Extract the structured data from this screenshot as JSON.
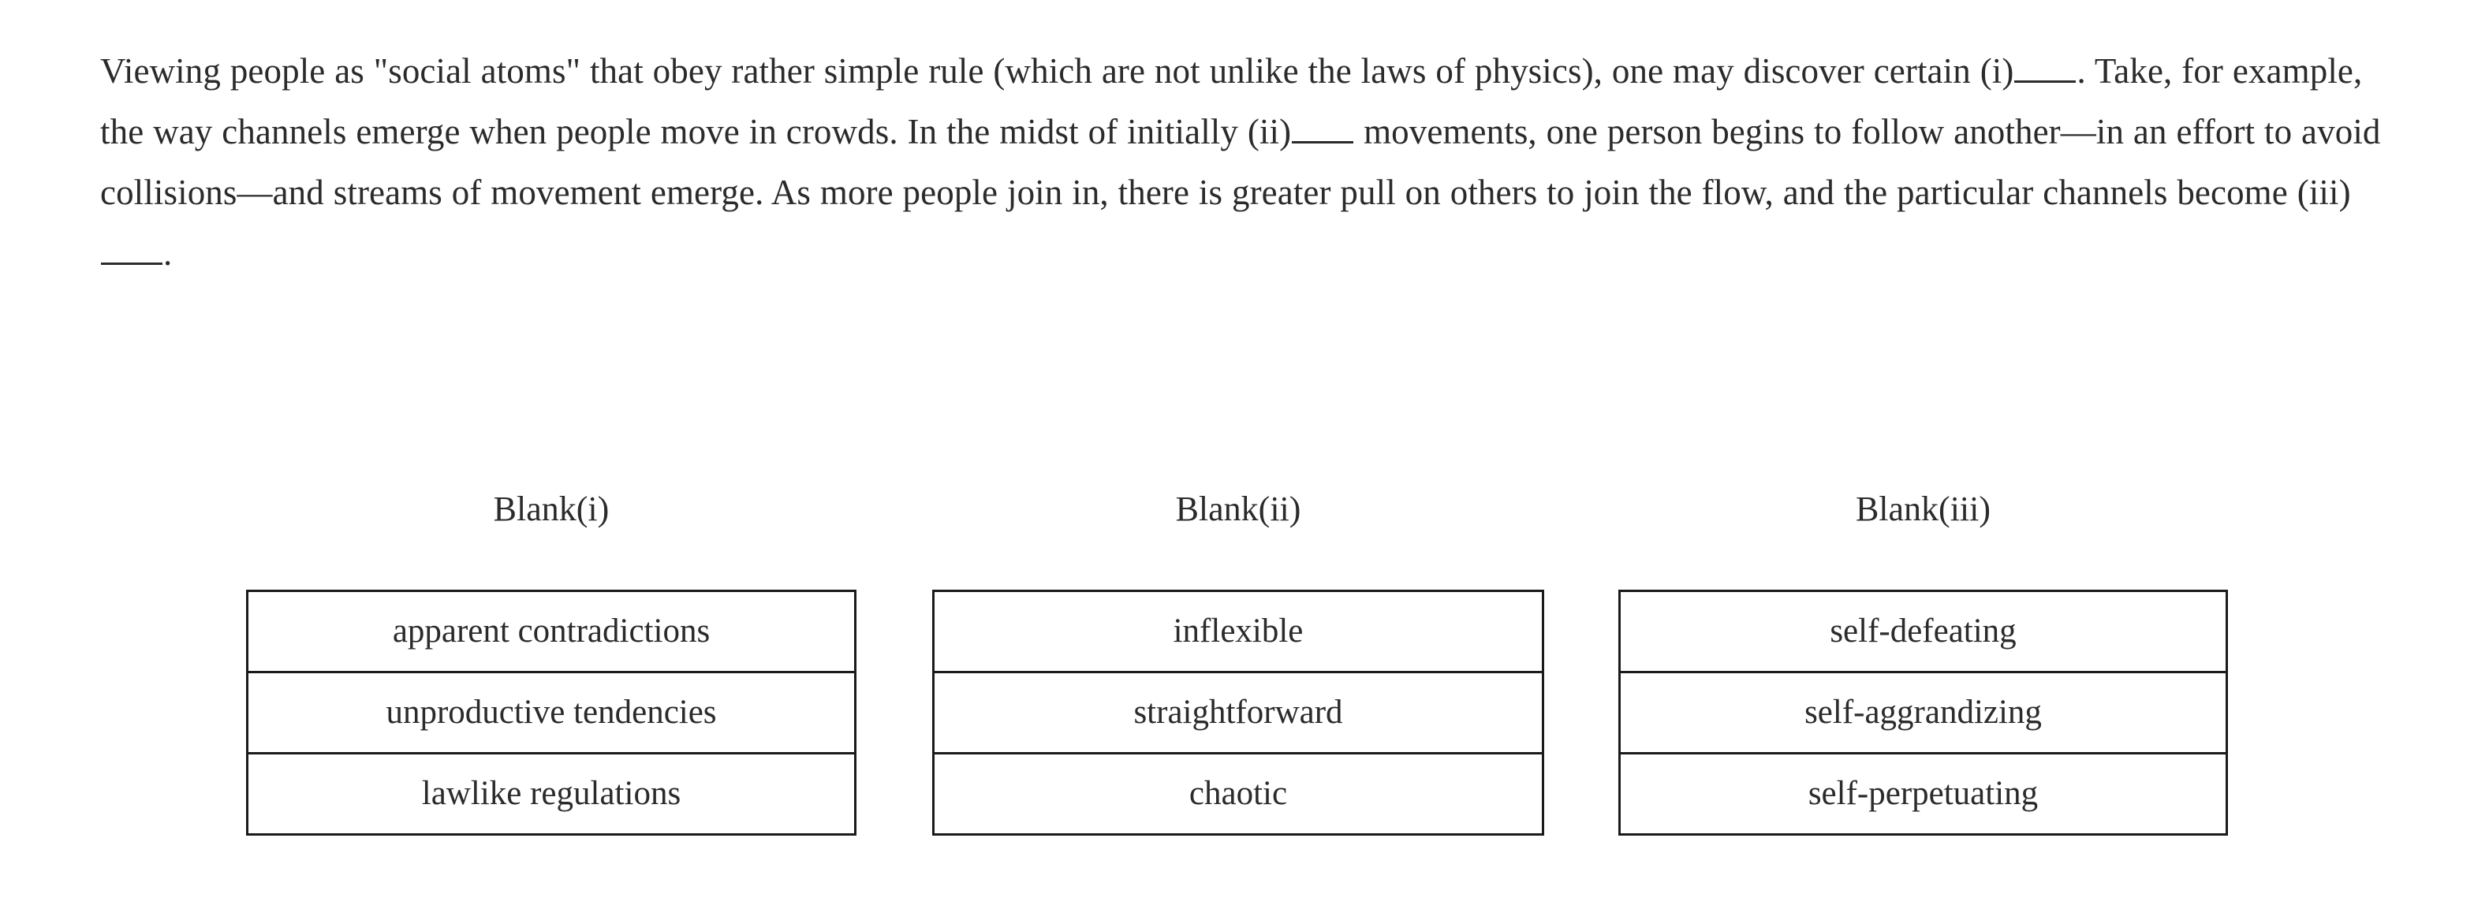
{
  "passage": {
    "segments": [
      {
        "type": "text",
        "value": "Viewing people as \"social atoms\" that obey rather simple rule (which are not unlike the laws of physics), one may discover certain (i)"
      },
      {
        "type": "blank",
        "value": ""
      },
      {
        "type": "text",
        "value": ". Take, for example, the way channels emerge when people move in crowds. In the midst of initially (ii)"
      },
      {
        "type": "blank",
        "value": ""
      },
      {
        "type": "text",
        "value": " movements, one person begins to follow another—in an effort to avoid collisions—and streams of movement emerge. As more people join in, there is greater pull on others to join the flow, and the particular channels become (iii)"
      },
      {
        "type": "blank",
        "value": ""
      },
      {
        "type": "text",
        "value": "."
      }
    ],
    "full_text": "Viewing people as \"social atoms\" that obey rather simple rule (which are not unlike the laws of physics), one may discover certain (i)_____. Take, for example, the way channels emerge when people move in crowds. In the midst of initially (ii)_____ movements, one person begins to follow another—in an effort to avoid collisions—and streams of movement emerge. As more people join in, there is greater pull on others to join the flow, and the particular channels become (iii)_____.",
    "line1": "Viewing people as \"social atoms\" that obey rather simple rule (which are not unlike the laws of physics), one may discover certain",
    "line2_prefix": "(i)",
    "line2_rest": ". Take, for example, the way channels emerge when people move in crowds. In the midst of initially (ii)",
    "line2_tail": " movements, one",
    "line3": "person begins to follow another—in an effort to avoid collisions—and streams of movement emerge. As more people join in, there is",
    "line4_prefix": "greater pull on others to join the flow, and the particular channels become (iii)",
    "line4_tail": "."
  },
  "blanks": [
    {
      "heading": "Blank(i)",
      "options": [
        "apparent contradictions",
        "unproductive tendencies",
        "lawlike regulations"
      ]
    },
    {
      "heading": "Blank(ii)",
      "options": [
        "inflexible",
        "straightforward",
        "chaotic"
      ]
    },
    {
      "heading": "Blank(iii)",
      "options": [
        "self-defeating",
        "self-aggrandizing",
        "self-perpetuating"
      ]
    }
  ],
  "colors": {
    "background": "#ffffff",
    "text": "#2b2b2b",
    "table_border": "#1a1a1a"
  }
}
